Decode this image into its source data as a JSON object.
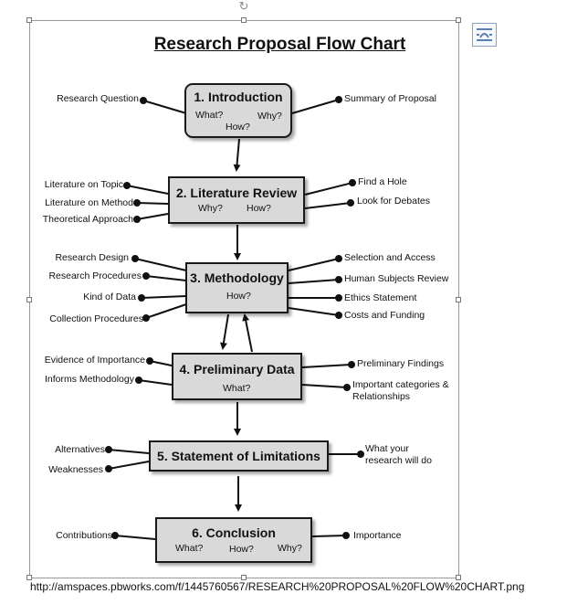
{
  "title": "Research Proposal Flow Chart",
  "source_url": "http://amspaces.pbworks.com/f/1445760567/RESEARCH%20PROPOSAL%20FLOW%20CHART.png",
  "icons": {
    "layout_options": "layout-options-icon",
    "rotate": "rotate-handle-icon"
  },
  "nodes": [
    {
      "title": "1. Introduction",
      "questions": [
        "What?",
        "Why?",
        "How?"
      ],
      "left": [
        "Research Question"
      ],
      "right": [
        "Summary of Proposal"
      ]
    },
    {
      "title": "2. Literature Review",
      "questions": [
        "Why?",
        "How?"
      ],
      "left": [
        "Literature on Topic",
        "Literature on Method",
        "Theoretical Approach"
      ],
      "right": [
        "Find a Hole",
        "Look for Debates"
      ]
    },
    {
      "title": "3. Methodology",
      "questions": [
        "How?"
      ],
      "left": [
        "Research Design",
        "Research Procedures",
        "Kind of Data",
        "Collection Procedures"
      ],
      "right": [
        "Selection and Access",
        "Human Subjects Review",
        "Ethics Statement",
        "Costs and Funding"
      ]
    },
    {
      "title": "4. Preliminary Data",
      "questions": [
        "What?"
      ],
      "left": [
        "Evidence of Importance",
        "Informs Methodology"
      ],
      "right": [
        "Preliminary Findings",
        "Important categories &",
        "Relationships"
      ]
    },
    {
      "title": "5. Statement of Limitations",
      "questions": [],
      "left": [
        "Alternatives",
        "Weaknesses"
      ],
      "right": [
        "What your",
        "research will do"
      ]
    },
    {
      "title": "6. Conclusion",
      "questions": [
        "What?",
        "How?",
        "Why?"
      ],
      "left": [
        "Contributions"
      ],
      "right": [
        "Importance"
      ]
    }
  ]
}
